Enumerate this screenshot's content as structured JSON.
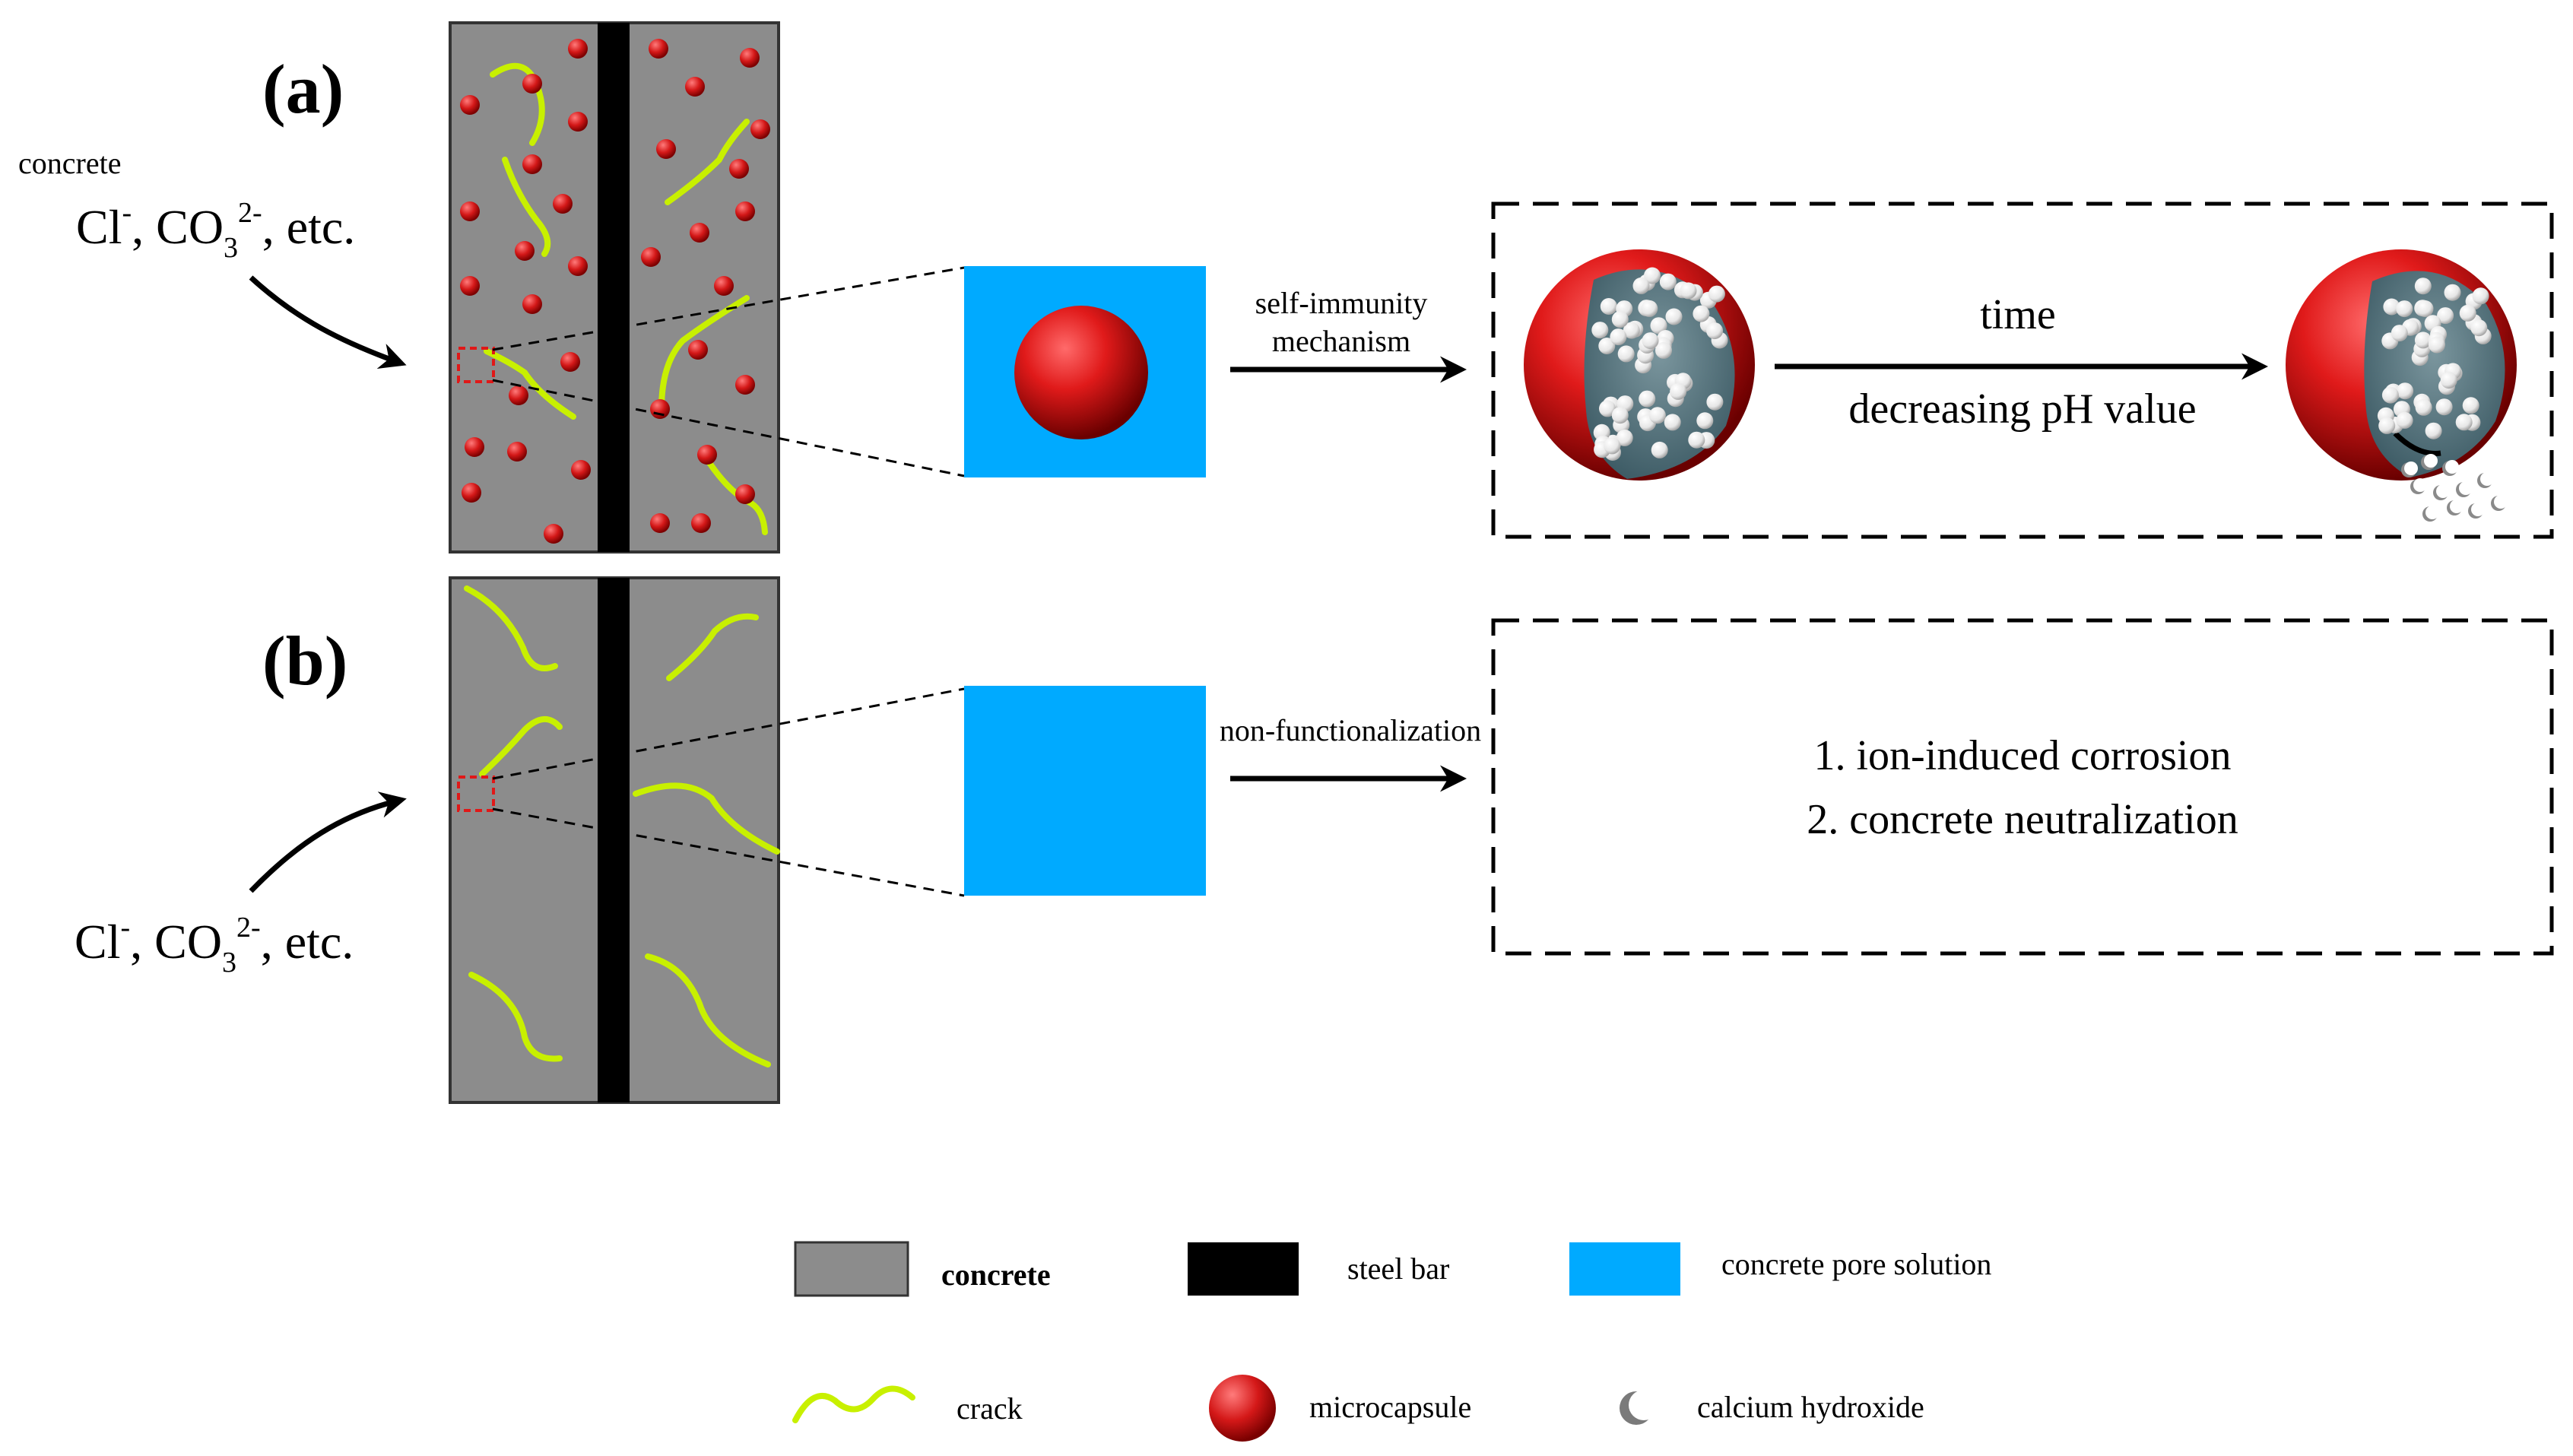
{
  "panel_a": {
    "label": "(a)",
    "concrete_label": "concrete",
    "ions": {
      "cl": "Cl",
      "cl_sup": "-",
      "co": ", CO",
      "co_sub": "3",
      "co_sup": "2-",
      "tail": ", etc."
    },
    "arrow_label_line1": "self-immunity",
    "arrow_label_line2": "mechanism",
    "box_arrow_top": "time",
    "box_arrow_bottom": "decreasing pH value"
  },
  "panel_b": {
    "label": "(b)",
    "ions": {
      "cl": "Cl",
      "cl_sup": "-",
      "co": ", CO",
      "co_sub": "3",
      "co_sup": "2-",
      "tail": ", etc."
    },
    "arrow_label": "non-functionalization",
    "result_line1": "1. ion-induced corrosion",
    "result_line2": "2. concrete neutralization"
  },
  "legend": {
    "concrete": "concrete",
    "steel_bar": "steel bar",
    "pore_solution": "concrete pore solution",
    "crack": "crack",
    "microcapsule": "microcapsule",
    "calcium_hydroxide": "calcium hydroxide"
  },
  "colors": {
    "concrete": "#8c8c8c",
    "steel": "#000000",
    "pore_solution": "#00aaff",
    "crack": "#c8f000",
    "microcapsule": "#d81818",
    "capsule_core": "#4f6e78"
  }
}
